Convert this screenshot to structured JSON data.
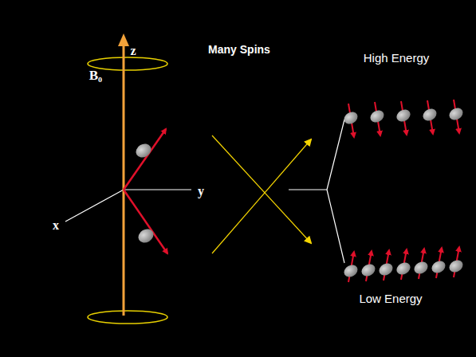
{
  "diagram": {
    "title": "Many Spins",
    "labels": [
      "B₀",
      "z",
      "y",
      "x",
      "High Energy",
      "Low Energy"
    ]
  }
}
